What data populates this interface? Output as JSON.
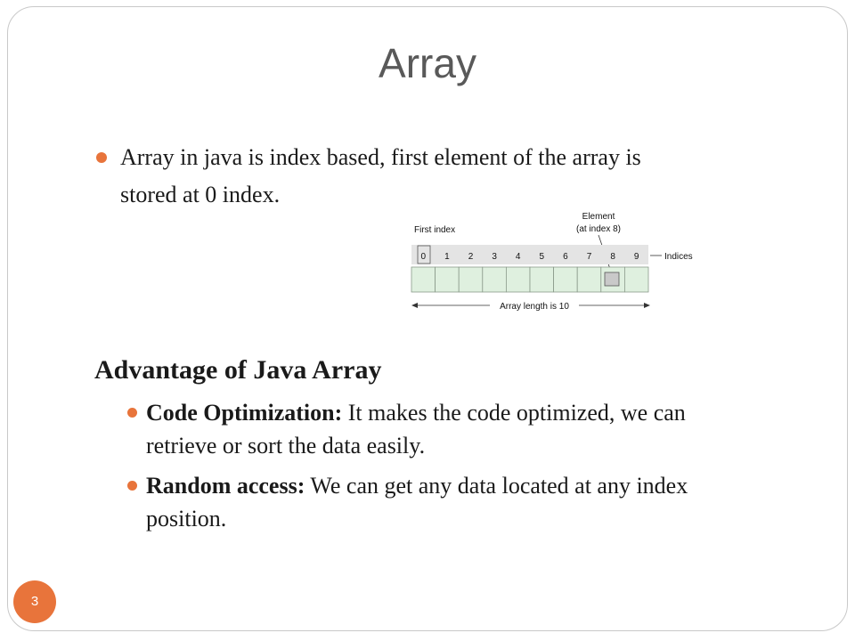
{
  "slide": {
    "title": "Array",
    "bullet1": {
      "line1": "Array in java is index based, first element of the array is",
      "line2": "stored at 0 index."
    },
    "subheading": "Advantage of Java Array",
    "advantages": [
      {
        "term": "Code Optimization:",
        "line1": " It makes the code optimized, we can",
        "line2": "retrieve or sort the data easily."
      },
      {
        "term": "Random access:",
        "line1": " We can get any data located at any index",
        "line2": "position."
      }
    ],
    "slide_number": "3",
    "accent_color": "#e8743b"
  },
  "diagram": {
    "first_index_label": "First index",
    "element_label_line1": "Element",
    "element_label_line2": "(at index 8)",
    "indices_label": "Indices",
    "length_label": "Array length is 10",
    "indices": [
      "0",
      "1",
      "2",
      "3",
      "4",
      "5",
      "6",
      "7",
      "8",
      "9"
    ]
  }
}
